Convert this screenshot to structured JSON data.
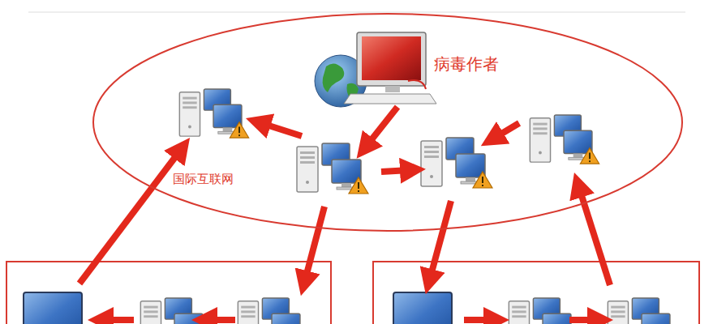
{
  "diagram": {
    "nodes": [
      {
        "text": [
          "国际互联网"
        ]
      },
      {
        "text": [
          "病毒作者"
        ],
        "in": 0
      }
    ]
  }
}
